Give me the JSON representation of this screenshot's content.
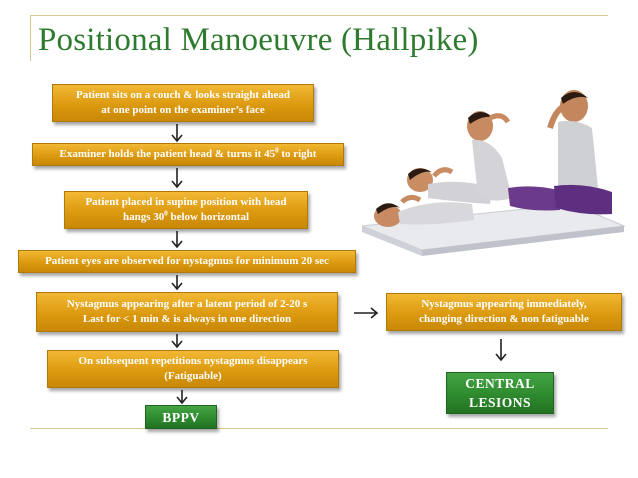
{
  "title": "Positional Manoeuvre (Hallpike)",
  "flow": {
    "step1": "Patient sits on a couch & looks straight ahead\nat one point on the examiner’s face",
    "step2_pre": "Examiner holds the patient head & turns it 45",
    "step2_sup": "0",
    "step2_post": " to right",
    "step3_line1": "Patient placed in supine position with head",
    "step3_pre": "hangs 30",
    "step3_sup": "0",
    "step3_post": " below horizontal",
    "step4": "Patient eyes are observed for nystagmus for minimum 20 sec",
    "step5": "Nystagmus appearing after a latent period of 2-20 s\nLast for < 1 min & is always in one direction",
    "step6": "On subsequent repetitions nystagmus disappears\n(Fatiguable)",
    "result_left": "BPPV",
    "branch": "Nystagmus appearing immediately,\nchanging direction & non fatiguable",
    "result_right": "CENTRAL\nLESIONS"
  },
  "colors": {
    "title": "#2e7a2e",
    "box_gold": "#dc9a10",
    "box_green": "#2e8a2e",
    "rule": "#d8c890"
  }
}
